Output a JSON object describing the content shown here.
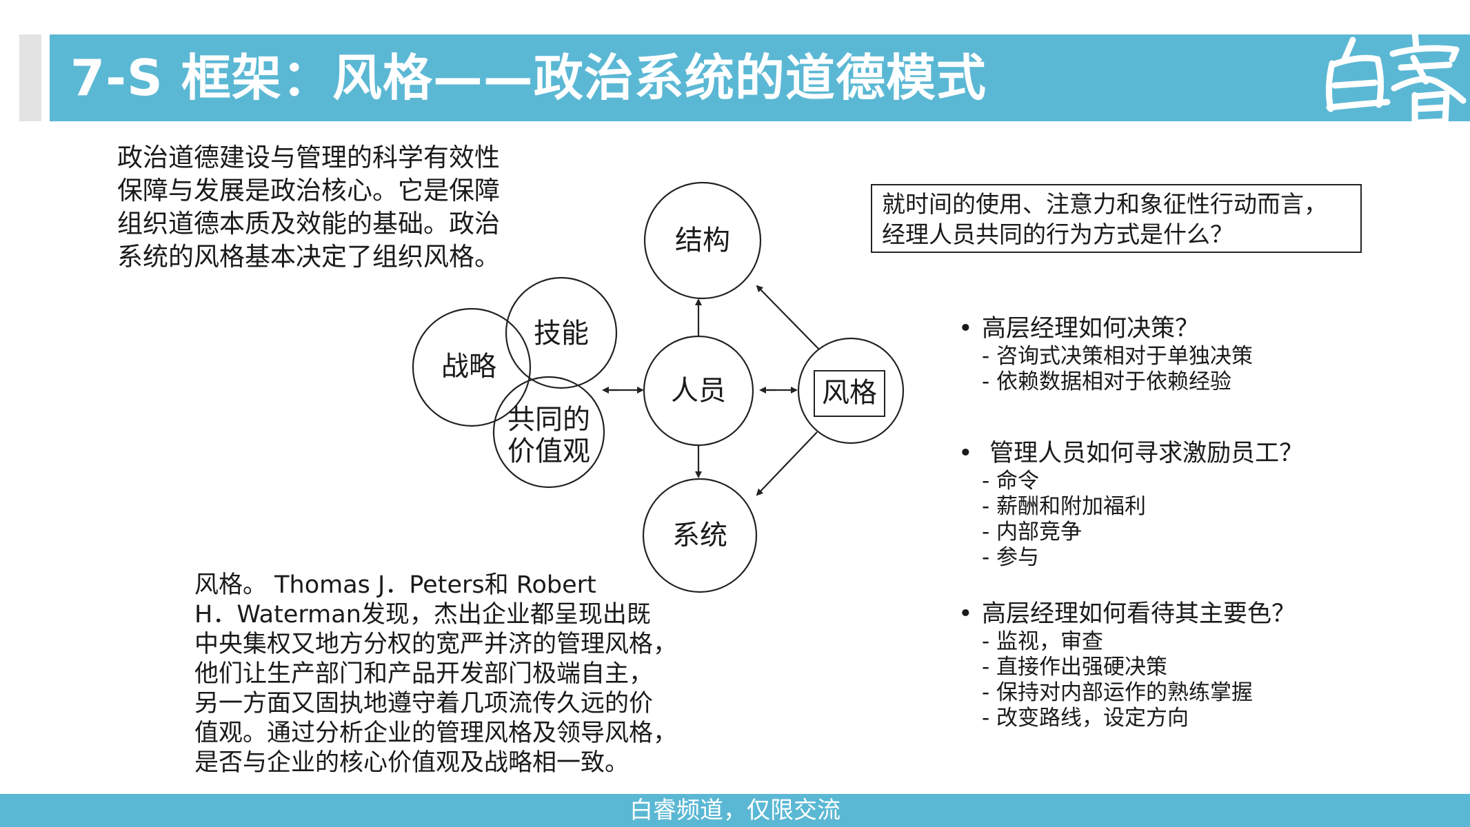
{
  "header": {
    "title": "7-S 框架：风格——政治系统的道德模式",
    "logo_text": "白睿"
  },
  "intro": "政治道德建设与管理的科学有效性\n保障与发展是政治核心。它是保障\n组织道德本质及效能的基础。政治\n系统的风格基本决定了组织风格。",
  "diagram": {
    "jiegou": "结构",
    "jineng": "技能",
    "zhanlue": "战略",
    "shared_values": "共同的\n价值观",
    "renyuan": "人员",
    "fengge": "风格",
    "xitong": "系统"
  },
  "question_box": "就时间的使用、注意力和象征性行动而言，\n经理人员共同的行为方式是什么？",
  "bullets": [
    {
      "head": "高层经理如何决策？",
      "items": [
        "- 咨询式决策相对于单独决策",
        "- 依赖数据相对于依赖经验"
      ]
    },
    {
      "head": " 管理人员如何寻求激励员工？",
      "items": [
        " - 命令",
        " - 薪酬和附加福利",
        " - 内部竞争",
        " - 参与"
      ]
    },
    {
      "head": "高层经理如何看待其主要色？",
      "items": [
        "- 监视，审查",
        "- 直接作出强硬决策",
        "- 保持对内部运作的熟练掌握",
        "- 改变路线，设定方向"
      ]
    }
  ],
  "style_paragraph": "风格。 Thomas J．Peters和 Robert\nH．Waterman发现，杰出企业都呈现出既\n中央集权又地方分权的宽严并济的管理风格，\n他们让生产部门和产品开发部门极端自主，\n另一方面又固执地遵守着几项流传久远的价\n值观。通过分析企业的管理风格及领导风格，\n是否与企业的核心价值观及战略相一致。",
  "footer": "白睿频道，仅限交流",
  "colors": {
    "accent": "#5bb8d4",
    "side_bar": "#e3e3e3"
  }
}
